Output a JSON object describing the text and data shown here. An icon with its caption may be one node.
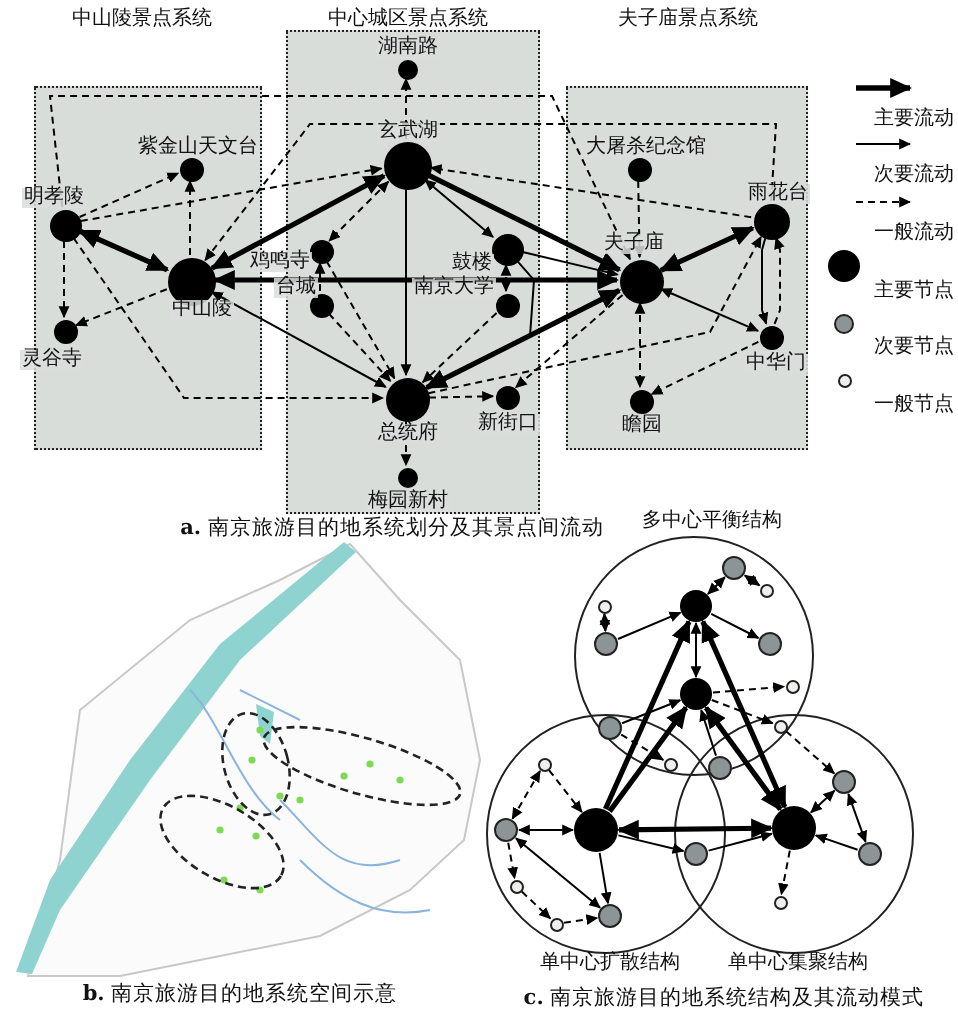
{
  "diagram": {
    "nodes": [
      {
        "text": [
          "中山陵景点系统"
        ]
      },
      {
        "text": [
          "明孝陵"
        ],
        "in": 0
      },
      {
        "text": [
          "紫金山天文台"
        ],
        "in": 0
      },
      {
        "text": [
          "中山陵"
        ],
        "in": 0
      },
      {
        "text": [
          "灵谷寺"
        ],
        "in": 0
      },
      {
        "text": [
          "中心城区景点系统"
        ]
      },
      {
        "text": [
          "湖南路"
        ],
        "in": 5
      },
      {
        "text": [
          "玄武湖"
        ],
        "in": 5
      },
      {
        "text": [
          "鸡鸣寺"
        ],
        "in": 5
      },
      {
        "text": [
          "鼓楼"
        ],
        "in": 5
      },
      {
        "text": [
          "台城"
        ],
        "in": 5
      },
      {
        "text": [
          "南京大学"
        ],
        "in": 5
      },
      {
        "text": [
          "总统府"
        ],
        "in": 5
      },
      {
        "text": [
          "新街口"
        ],
        "in": 5
      },
      {
        "text": [
          "梅园新村"
        ],
        "in": 5
      },
      {
        "text": [
          "夫子庙景点系统"
        ]
      },
      {
        "text": [
          "大屠杀纪念馆"
        ],
        "in": 15
      },
      {
        "text": [
          "雨花台"
        ],
        "in": 15
      },
      {
        "text": [
          "夫子庙"
        ],
        "in": 15
      },
      {
        "text": [
          "中华门"
        ],
        "in": 15
      },
      {
        "text": [
          "瞻园"
        ],
        "in": 15
      },
      {
        "text": [
          "多中心平衡结构"
        ]
      },
      {
        "text": [],
        "shape": "circle",
        "in": 21
      },
      {
        "text": [],
        "shape": "circle",
        "in": 21
      },
      {
        "text": [],
        "shape": "circle",
        "in": 21
      },
      {
        "text": [],
        "shape": "circle",
        "in": 21
      },
      {
        "text": [],
        "shape": "circle",
        "in": 21
      },
      {
        "text": [],
        "shape": "circle",
        "in": 21
      },
      {
        "text": [],
        "shape": "circle",
        "in": 21
      },
      {
        "text": [],
        "shape": "circle",
        "in": 21
      },
      {
        "text": [
          "单中心扩散结构"
        ]
      },
      {
        "text": [],
        "shape": "circle",
        "in": 30
      },
      {
        "text": [],
        "shape": "circle",
        "in": 30
      },
      {
        "text": [],
        "shape": "circle",
        "in": 30
      },
      {
        "text": [],
        "shape": "circle",
        "in": 30
      },
      {
        "text": [],
        "shape": "circle",
        "in": 30
      },
      {
        "text": [],
        "shape": "circle",
        "in": 30
      },
      {
        "text": [
          "单中心集聚结构"
        ]
      },
      {
        "text": [],
        "shape": "circle",
        "in": 37
      },
      {
        "text": [],
        "shape": "circle",
        "in": 37
      },
      {
        "text": [],
        "shape": "circle",
        "in": 37
      },
      {
        "text": [],
        "shape": "circle",
        "in": 37
      },
      {
        "text": [],
        "shape": "circle"
      },
      {
        "text": [],
        "shape": "circle",
        "in": 37
      },
      {
        "text": [],
        "shape": "circle"
      },
      {
        "text": [],
        "shape": "circle"
      },
      {
        "text": [],
        "shape": "circle"
      }
    ],
    "edges": [
      {
        "from": 3,
        "to": 1,
        "arrow": "both",
        "style": "thick"
      },
      {
        "from": 3,
        "to": 7,
        "arrow": "both",
        "style": "thick"
      },
      {
        "from": 3,
        "to": 18,
        "arrow": "both",
        "style": "thick"
      },
      {
        "from": 7,
        "to": 18,
        "arrow": "to",
        "style": "thick"
      },
      {
        "from": 12,
        "to": 18,
        "arrow": "both",
        "style": "thick"
      },
      {
        "from": 18,
        "to": 17,
        "arrow": "both",
        "style": "thick"
      },
      {
        "from": 12,
        "to": 3,
        "arrow": "both"
      },
      {
        "from": 7,
        "to": 9,
        "arrow": "both"
      },
      {
        "from": 7,
        "to": 12,
        "arrow": "to"
      },
      {
        "from": 9,
        "to": 12,
        "arrow": "to"
      },
      {
        "from": 9,
        "to": 18,
        "arrow": "to"
      },
      {
        "from": 18,
        "to": 19,
        "arrow": "both"
      },
      {
        "from": 17,
        "to": 19,
        "arrow": "to"
      },
      {
        "from": 1,
        "to": 2,
        "arrow": "to",
        "style": "dashed"
      },
      {
        "from": 1,
        "to": 4,
        "arrow": "to",
        "style": "dashed"
      },
      {
        "from": 3,
        "to": 4,
        "arrow": "to",
        "style": "dashed"
      },
      {
        "from": 3,
        "to": 2,
        "arrow": "to",
        "style": "dashed"
      },
      {
        "from": 7,
        "to": 6,
        "arrow": "to",
        "style": "dashed"
      },
      {
        "from": 7,
        "to": 8,
        "arrow": "both",
        "style": "dashed"
      },
      {
        "from": 8,
        "to": 12,
        "arrow": "to",
        "style": "dashed"
      },
      {
        "from": 10,
        "to": 8,
        "arrow": "to",
        "style": "dashed"
      },
      {
        "from": 10,
        "to": 12,
        "arrow": "to",
        "style": "dashed"
      },
      {
        "from": 9,
        "to": 11,
        "arrow": "both",
        "style": "dashed"
      },
      {
        "from": 11,
        "to": 12,
        "arrow": "to",
        "style": "dashed"
      },
      {
        "from": 12,
        "to": 13,
        "arrow": "to",
        "style": "dashed"
      },
      {
        "from": 12,
        "to": 14,
        "arrow": "to",
        "style": "dashed"
      },
      {
        "from": 16,
        "to": 18,
        "arrow": "to",
        "style": "dashed"
      },
      {
        "from": 18,
        "to": 20,
        "arrow": "both",
        "style": "dashed"
      },
      {
        "from": 19,
        "to": 20,
        "arrow": "to",
        "style": "dashed"
      },
      {
        "from": 19,
        "to": 17,
        "arrow": "to",
        "style": "dashed"
      },
      {
        "from": 12,
        "to": 17,
        "arrow": "to",
        "style": "dashed"
      },
      {
        "from": 17,
        "to": 3,
        "arrow": "to",
        "style": "dashed"
      },
      {
        "from": 1,
        "to": 18,
        "arrow": "to",
        "style": "dashed"
      },
      {
        "from": 1,
        "to": 12,
        "arrow": "to",
        "style": "dashed"
      },
      {
        "from": 1,
        "to": 7,
        "arrow": "to",
        "style": "dashed"
      },
      {
        "from": 17,
        "to": 7,
        "arrow": "to",
        "style": "dashed"
      },
      {
        "from": 18,
        "to": 13,
        "arrow": "to",
        "style": "dashed"
      },
      {
        "from": 31,
        "to": 22,
        "arrow": "to",
        "style": "thick"
      },
      {
        "from": 31,
        "to": 23,
        "arrow": "to",
        "style": "thick"
      },
      {
        "from": 38,
        "to": 22,
        "arrow": "both",
        "style": "thick"
      },
      {
        "from": 38,
        "to": 23,
        "arrow": "both",
        "style": "thick"
      },
      {
        "from": 31,
        "to": 38,
        "arrow": "both",
        "style": "thick"
      },
      {
        "from": 22,
        "to": 23,
        "arrow": "both"
      },
      {
        "from": 24,
        "to": 22,
        "arrow": "both"
      },
      {
        "from": 24,
        "to": 27,
        "arrow": "both",
        "style": "dashed"
      },
      {
        "from": 28,
        "to": 25,
        "arrow": "both"
      },
      {
        "from": 25,
        "to": 22,
        "arrow": "to"
      },
      {
        "from": 22,
        "to": 26,
        "arrow": "to"
      },
      {
        "from": 23,
        "to": 29,
        "arrow": "to",
        "style": "dashed"
      },
      {
        "from": 42,
        "to": 23,
        "arrow": "to"
      },
      {
        "from": 42,
        "to": 45,
        "arrow": "to",
        "style": "dashed"
      },
      {
        "from": 43,
        "to": 23,
        "arrow": "to"
      },
      {
        "from": 23,
        "to": 46,
        "arrow": "to",
        "style": "dashed"
      },
      {
        "from": 46,
        "to": 39,
        "arrow": "to",
        "style": "dashed"
      },
      {
        "from": 31,
        "to": 44,
        "arrow": "to"
      },
      {
        "from": 44,
        "to": 38,
        "arrow": "to"
      },
      {
        "from": 31,
        "to": 32,
        "arrow": "both"
      },
      {
        "from": 34,
        "to": 31,
        "arrow": "to",
        "style": "dashed"
      },
      {
        "from": 34,
        "to": 32,
        "arrow": "both",
        "style": "dashed"
      },
      {
        "from": 32,
        "to": 33,
        "arrow": "both"
      },
      {
        "from": 32,
        "to": 35,
        "arrow": "to",
        "style": "dashed"
      },
      {
        "from": 35,
        "to": 36,
        "arrow": "to",
        "style": "dashed"
      },
      {
        "from": 36,
        "to": 33,
        "arrow": "to",
        "style": "dashed"
      },
      {
        "from": 31,
        "to": 33,
        "arrow": "to"
      },
      {
        "from": 39,
        "to": 38,
        "arrow": "both"
      },
      {
        "from": 39,
        "to": 40,
        "arrow": "both"
      },
      {
        "from": 40,
        "to": 38,
        "arrow": "to"
      },
      {
        "from": 38,
        "to": 41,
        "arrow": "to",
        "style": "dashed"
      }
    ],
    "labels": [
      "**a.** 南京旅游目的地系统划分及其景点间流动",
      "**b.** 南京旅游目的地系统空间示意",
      "**c.** 南京旅游目的地系统结构及其流动模式"
    ],
    "legend": [
      {
        "text": "主要流动"
      },
      {
        "text": "次要流动"
      },
      {
        "text": "一般流动"
      },
      {
        "text": "主要节点",
        "color": "#000000"
      },
      {
        "text": "次要节点",
        "color": "#8c9496"
      },
      {
        "text": "一般节点",
        "color": "#eef0ee"
      }
    ]
  }
}
